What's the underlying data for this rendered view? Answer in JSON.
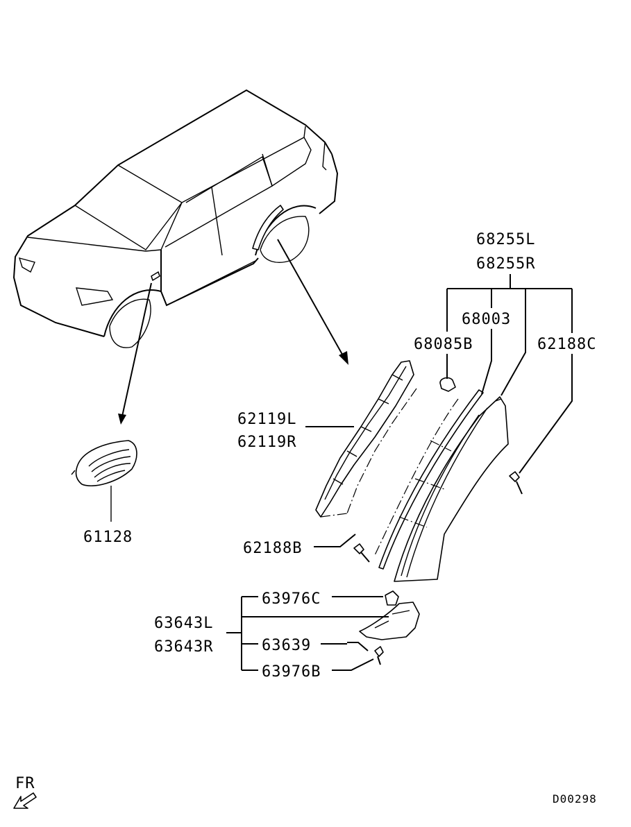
{
  "labels": {
    "p68255L": "68255L",
    "p68255R": "68255R",
    "p68003": "68003",
    "p68085B": "68085B",
    "p62188C": "62188C",
    "p62119L": "62119L",
    "p62119R": "62119R",
    "p61128": "61128",
    "p62188B": "62188B",
    "p63976C": "63976C",
    "p63643L": "63643L",
    "p63643R": "63643R",
    "p63639": "63639",
    "p63976B": "63976B"
  },
  "orientation": {
    "label": "FR",
    "icon": "front-direction-arrow-icon"
  },
  "diagram_code": "D00298"
}
